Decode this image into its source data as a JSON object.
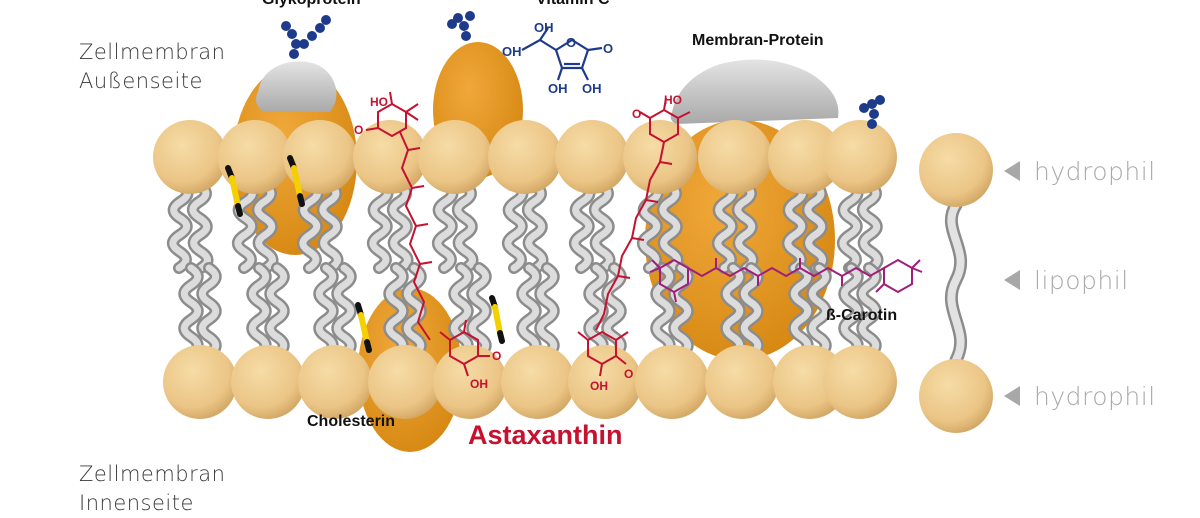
{
  "colors": {
    "head": "#ecc888",
    "head_shade": "#cfa360",
    "protein": "#e0941d",
    "tail": "#b7b7b7",
    "tail_shadow": "#8c8c8c",
    "sugar": "#1e3a8a",
    "astaxanthin": "#c41230",
    "carotin": "#a01e7a",
    "cholesterin_mark": "#f5d000",
    "membrane_protein_cap": "#c9c9c9",
    "zone_label": "#a8a8a8"
  },
  "labels": {
    "outer_line1": "Zellmembran",
    "outer_line2": "Außenseite",
    "inner_line1": "Zellmembran",
    "inner_line2": "Innenseite",
    "glykoprotein": "Glykoprotein",
    "vitamin_c": "Vitamin C",
    "membran_protein": "Membran-Protein",
    "cholesterin": "Cholesterin",
    "astaxanthin": "Astaxanthin",
    "carotin": "ß-Carotin",
    "hydrophil_top": "hydrophil",
    "lipophil": "lipophil",
    "hydrophil_bottom": "hydrophil"
  },
  "vitc_atoms": {
    "oh1": "OH",
    "oh2": "OH",
    "o_ring": "O",
    "o_keto": "O",
    "oh3": "OH",
    "oh4": "OH"
  },
  "astax_left_atoms": {
    "ho": "HO",
    "o_top": "O",
    "o_bottom": "O",
    "oh": "OH"
  },
  "astax_right_atoms": {
    "ho": "HO",
    "o_top": "O",
    "oh": "OH",
    "o_bottom": "O"
  }
}
